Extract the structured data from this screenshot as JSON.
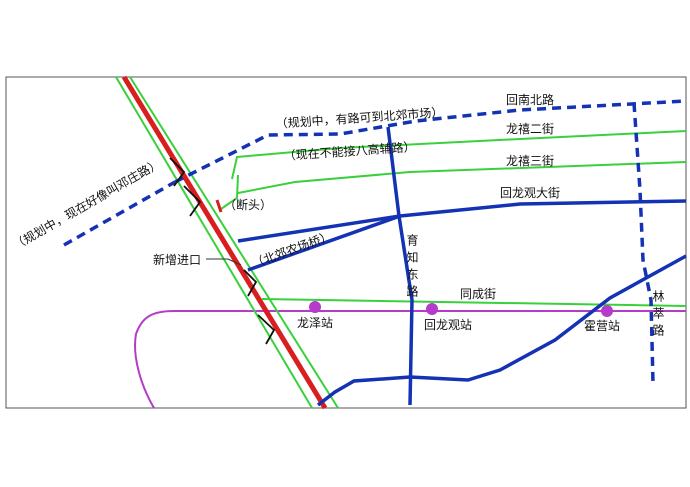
{
  "colors": {
    "frame": "#555555",
    "expressway": "#d81e1e",
    "green_road": "#39d13b",
    "blue_road": "#1432b4",
    "metro_line": "#b43cc8",
    "station": "#b43cc8"
  },
  "icons": {
    "station_marker": "purple-circle",
    "ramp_marker": "arrow-chevron"
  },
  "labels": {
    "huinan_north_road": "回南北路",
    "planned_beijiao_market": "（规划中，有路可到北郊市场）",
    "longjin_2nd_street": "龙禧二街",
    "cannot_connect_badaling": "（现在不能接八高辅路）",
    "longjin_3rd_street": "龙禧三街",
    "huilongguan_avenue": "回龙观大街",
    "planned_dengzhuang": "（规划中，现在好像叫邓庄路）",
    "dead_end": "（断头）",
    "new_entrance": "新增进口",
    "beijiao_farm_bridge": "（北郊农场桥）",
    "yuzhi_east_road": "育知东路",
    "tongcheng_street": "同成街",
    "linsui_road": "林萃路",
    "station_longze": "龙泽站",
    "station_huilongguan": "回龙观站",
    "station_huoying": "霍营站"
  }
}
